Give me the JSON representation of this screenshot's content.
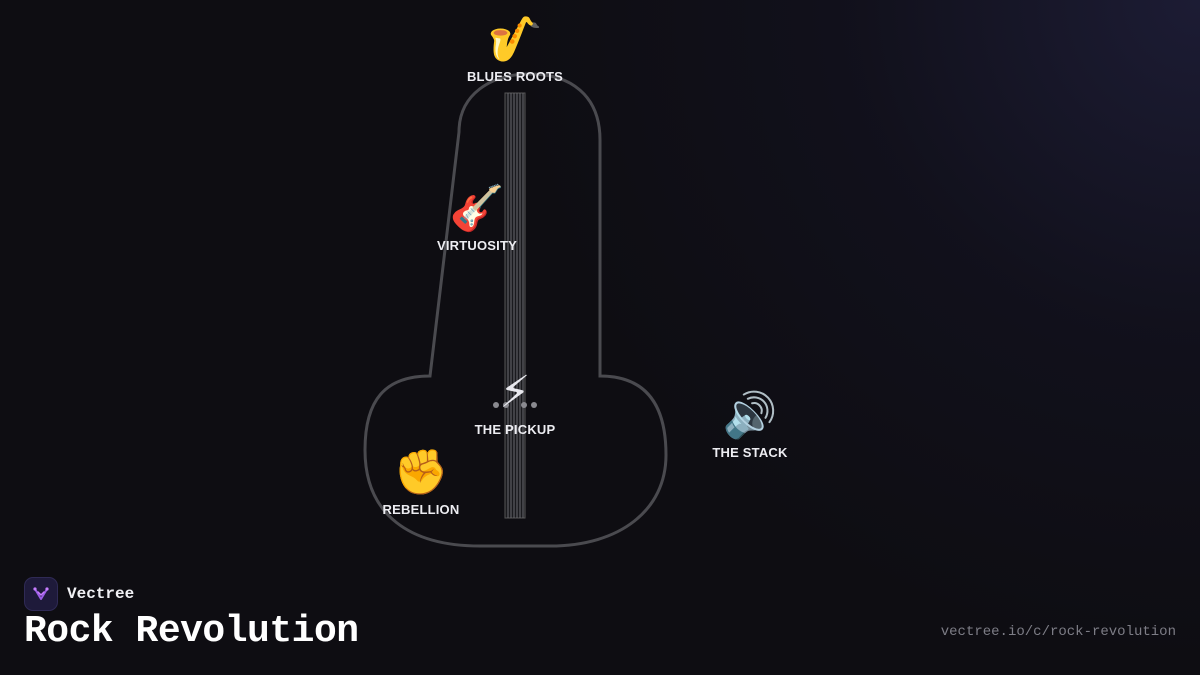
{
  "nodes": [
    {
      "id": "blues-roots",
      "icon": "saxophone-icon",
      "emoji": "🎷",
      "label": "BLUES ROOTS"
    },
    {
      "id": "virtuosity",
      "icon": "guitar-icon",
      "emoji": "🎸",
      "label": "VIRTUOSITY"
    },
    {
      "id": "the-pickup",
      "icon": "lightning-icon",
      "emoji": "⚡",
      "label": "THE PICKUP"
    },
    {
      "id": "the-stack",
      "icon": "speaker-icon",
      "emoji": "🔊",
      "label": "THE STACK"
    },
    {
      "id": "rebellion",
      "icon": "raised-fist-icon",
      "emoji": "✊",
      "label": "REBELLION"
    }
  ],
  "brand": {
    "name": "Vectree"
  },
  "title": "Rock Revolution",
  "url": "vectree.io/c/rock-revolution",
  "colors": {
    "background": "#0e0d12",
    "outline": "#4a4a4f",
    "text": "#ededf2",
    "accent": "#9b5de5"
  }
}
